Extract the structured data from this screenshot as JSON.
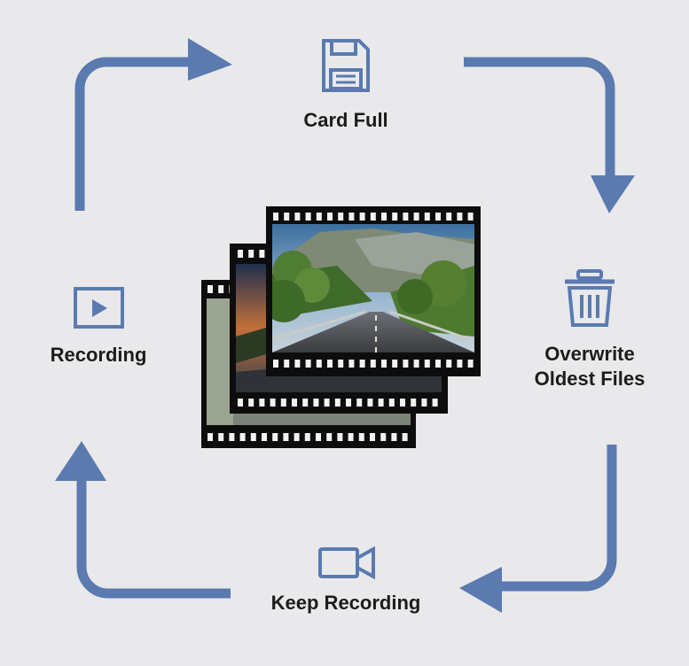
{
  "diagram": {
    "nodes": [
      {
        "id": "card_full",
        "label": "Card Full",
        "icon": "floppy-disk-icon"
      },
      {
        "id": "overwrite",
        "label_line1": "Overwrite",
        "label_line2": "Oldest Files",
        "icon": "trash-icon"
      },
      {
        "id": "keep_recording",
        "label": "Keep Recording",
        "icon": "video-camera-icon"
      },
      {
        "id": "recording",
        "label": "Recording",
        "icon": "play-icon"
      }
    ],
    "edges": [
      {
        "from": "recording",
        "to": "card_full"
      },
      {
        "from": "card_full",
        "to": "overwrite"
      },
      {
        "from": "overwrite",
        "to": "keep_recording"
      },
      {
        "from": "keep_recording",
        "to": "recording"
      }
    ],
    "center_image": "film-strip-stack-road-photos",
    "colors": {
      "accent": "#5a7ab0",
      "text": "#1c1c1c",
      "background": "#e9e9eb",
      "film": "#0d0d0d"
    }
  }
}
